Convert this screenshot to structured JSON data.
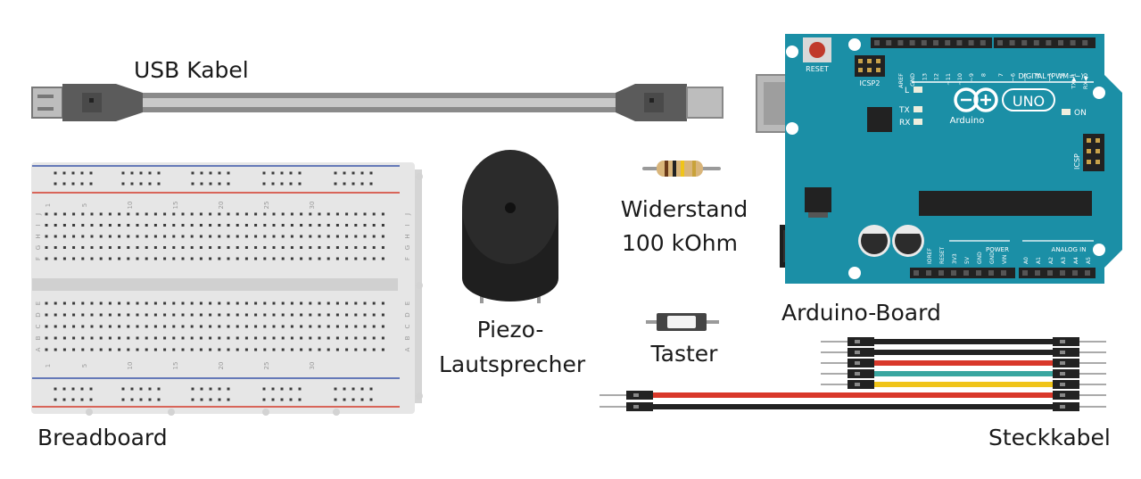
{
  "labels": {
    "usb": "USB Kabel",
    "breadboard": "Breadboard",
    "piezo_line1": "Piezo-",
    "piezo_line2": "Lautsprecher",
    "resistor_line1": "Widerstand",
    "resistor_line2": "100 kOhm",
    "button": "Taster",
    "arduino": "Arduino-Board",
    "wires": "Steckkabel"
  },
  "arduino_board": {
    "reset": "RESET",
    "icsp2": "ICSP2",
    "icsp": "ICSP",
    "brand": "Arduino",
    "model": "UNO",
    "digital": "DIGITAL (PWM=~)",
    "power": "POWER",
    "analog_in": "ANALOG IN",
    "led_l": "L",
    "led_tx": "TX",
    "led_rx": "RX",
    "led_on": "ON",
    "top_pins": [
      "AREF",
      "GND",
      "13",
      "12",
      "~11",
      "~10",
      "~9",
      "8",
      "7",
      "~6",
      "~5",
      "4",
      "~3",
      "2",
      "TX▶1",
      "RX◀0"
    ],
    "power_pins": [
      "IOREF",
      "RESET",
      "3V3",
      "5V",
      "GND",
      "GND",
      "VIN"
    ],
    "analog_pins": [
      "A0",
      "A1",
      "A2",
      "A3",
      "A4",
      "A5"
    ]
  },
  "breadboard": {
    "column_numbers": [
      "1",
      "5",
      "10",
      "15",
      "20",
      "25",
      "30"
    ],
    "row_letters_top": [
      "J",
      "I",
      "H",
      "G",
      "F"
    ],
    "row_letters_bottom": [
      "E",
      "D",
      "C",
      "B",
      "A"
    ]
  },
  "colors": {
    "arduino_blue": "#1b8fa6",
    "rail_red": "#d43a2a",
    "rail_blue": "#3a55a8",
    "wire_red": "#d9382a",
    "wire_yellow": "#f0c419",
    "wire_teal": "#3aa6a0",
    "wire_black": "#222222"
  }
}
